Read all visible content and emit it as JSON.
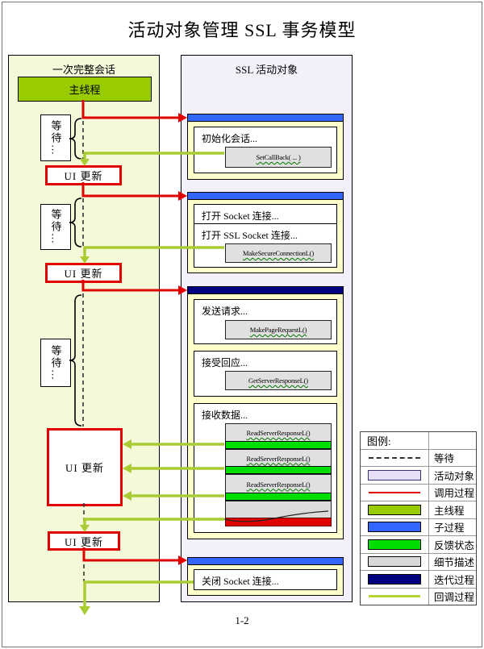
{
  "title": "活动对象管理 SSL 事务模型",
  "page_number": "1-2",
  "session_panel": {
    "header": "一次完整会话",
    "main_thread_label": "主线程",
    "wait_label": "等待…",
    "ui_update_label": "UI 更新"
  },
  "ssl_panel": {
    "header": "SSL 活动对象",
    "init_group": {
      "step_label": "初始化会话...",
      "call_label": "SetCallBack( ... )"
    },
    "socket_group": {
      "open_socket_label": "打开 Socket 连接...",
      "open_ssl_label": "打开 SSL Socket 连接...",
      "call_label": "MakeSecureConnectionL()"
    },
    "request_group": {
      "send_label": "发送请求...",
      "send_call": "MakePageRequestL()",
      "response_label": "接受回应...",
      "response_call": "GetServerResponseL()",
      "receive_label": "接收数据...",
      "receive_calls": [
        "ReadServerResponseL()",
        "ReadServerResponseL()",
        "ReadServerResponseL()"
      ]
    },
    "close_group": {
      "step_label": "关闭 Socket 连接..."
    }
  },
  "legend": {
    "header": "图例:",
    "items": [
      {
        "swatch": "dashed-line",
        "label": "等待"
      },
      {
        "swatch": "lavender-box",
        "label": "活动对象"
      },
      {
        "swatch": "red-line",
        "label": "调用过程"
      },
      {
        "swatch": "olive-box",
        "label": "主线程"
      },
      {
        "swatch": "blue-box",
        "label": "子过程"
      },
      {
        "swatch": "green-box",
        "label": "反馈状态"
      },
      {
        "swatch": "gray-box",
        "label": "细节描述"
      },
      {
        "swatch": "navy-box",
        "label": "迭代过程"
      },
      {
        "swatch": "yellowgreen-line",
        "label": "回调过程"
      }
    ]
  },
  "colors": {
    "main_thread_green": "#99cc00",
    "subprocess_blue": "#3366ff",
    "iteration_navy": "#000080",
    "feedback_green": "#00dd00",
    "detail_gray": "#d9d9d9",
    "call_red": "#e00000",
    "callback_yellowgreen": "#a9cc33",
    "active_object_lavender": "#e6ddf6",
    "group_cream": "#ffffcc"
  }
}
